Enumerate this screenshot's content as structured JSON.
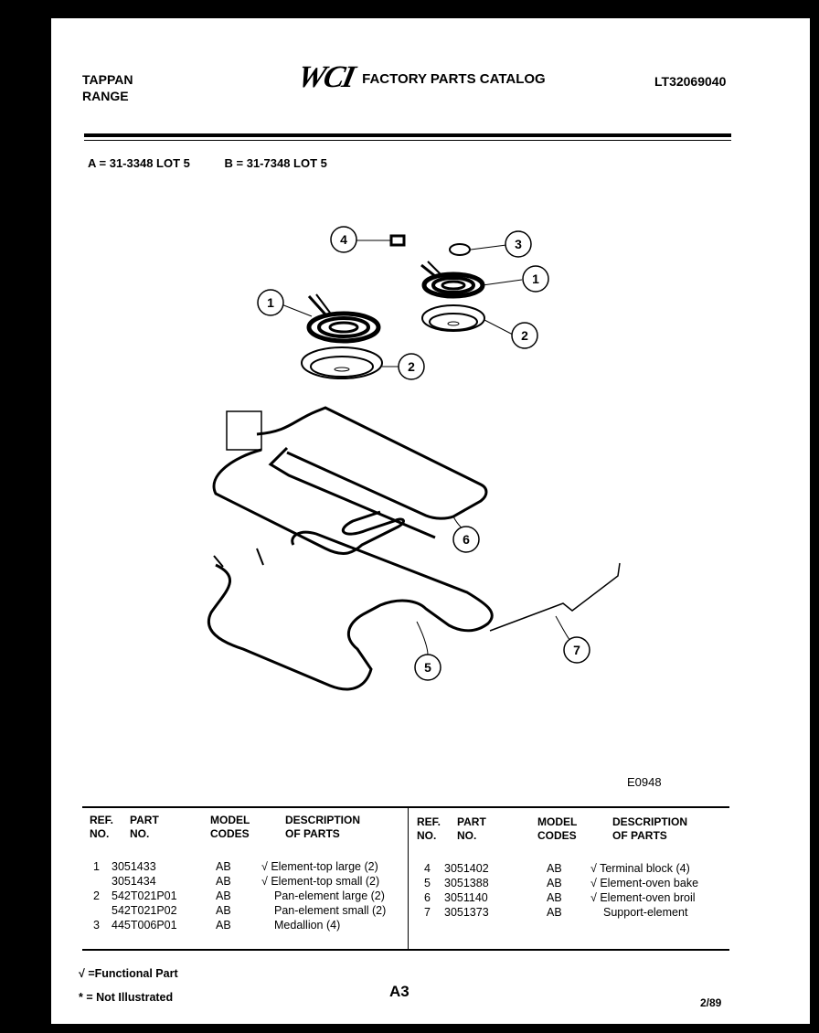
{
  "header": {
    "brand_line1": "TAPPAN",
    "brand_line2": "RANGE",
    "logo": "WCI",
    "catalog_title": "FACTORY PARTS CATALOG",
    "doc_number": "LT32069040"
  },
  "models": {
    "a": "A = 31-3348 LOT 5",
    "b": "B = 31-7348 LOT 5"
  },
  "diagram": {
    "callouts": [
      "1",
      "2",
      "3",
      "4",
      "5",
      "6",
      "7"
    ],
    "code": "E0948"
  },
  "table": {
    "headers": {
      "ref": "REF.",
      "no": "NO.",
      "part": "PART",
      "part_no": "NO.",
      "model": "MODEL",
      "codes": "CODES",
      "desc": "DESCRIPTION",
      "of_parts": "OF PARTS"
    },
    "left_rows": [
      {
        "ref": "1",
        "part": "3051433",
        "code": "AB",
        "desc": "√ Element-top large (2)"
      },
      {
        "ref": "",
        "part": "3051434",
        "code": "AB",
        "desc": "√ Element-top small (2)"
      },
      {
        "ref": "2",
        "part": "542T021P01",
        "code": "AB",
        "desc": "Pan-element large (2)"
      },
      {
        "ref": "",
        "part": "542T021P02",
        "code": "AB",
        "desc": "Pan-element small (2)"
      },
      {
        "ref": "3",
        "part": "445T006P01",
        "code": "AB",
        "desc": "Medallion (4)"
      }
    ],
    "right_rows": [
      {
        "ref": "4",
        "part": "3051402",
        "code": "AB",
        "desc": "√ Terminal block (4)"
      },
      {
        "ref": "5",
        "part": "3051388",
        "code": "AB",
        "desc": "√ Element-oven bake"
      },
      {
        "ref": "6",
        "part": "3051140",
        "code": "AB",
        "desc": "√ Element-oven broil"
      },
      {
        "ref": "7",
        "part": "3051373",
        "code": "AB",
        "desc": "Support-element"
      }
    ]
  },
  "footer": {
    "functional": "√ =Functional Part",
    "not_illustrated": "* = Not Illustrated",
    "page_id": "A3",
    "date": "2/89"
  }
}
